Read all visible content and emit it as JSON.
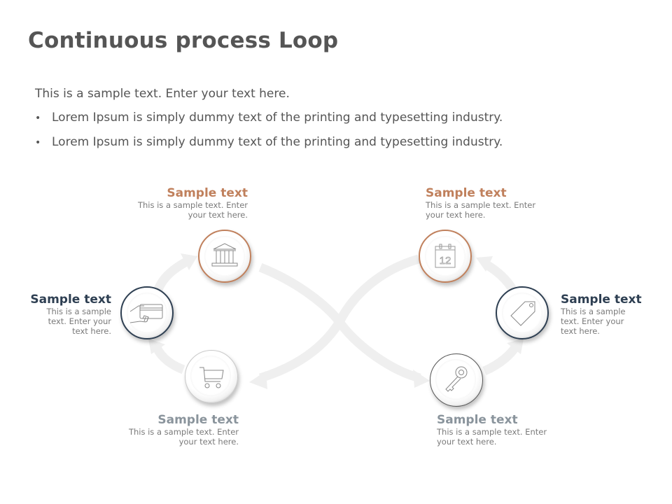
{
  "title": "Continuous process Loop",
  "intro": {
    "lead": "This is a sample text. Enter your text here.",
    "bullets": [
      "Lorem Ipsum is simply dummy text of the printing and typesetting industry.",
      "Lorem Ipsum is simply dummy text of the printing and typesetting industry."
    ]
  },
  "colors": {
    "copper": "#c0805c",
    "navy": "#2e3f52",
    "slate": "#8a949c",
    "arrow": "#eeeeee",
    "body_text": "#7a7a7a"
  },
  "nodes": [
    {
      "id": "bank",
      "icon": "bank-icon",
      "heading": "Sample text",
      "line1": "This is a sample  text. Enter",
      "line2": "your text here.",
      "accent": "copper"
    },
    {
      "id": "card",
      "icon": "credit-card-hand-icon",
      "heading": "Sample text",
      "line1": "This is a sample",
      "line2": "text. Enter your",
      "line3": "text here.",
      "accent": "navy"
    },
    {
      "id": "cart",
      "icon": "shopping-cart-icon",
      "heading": "Sample text",
      "line1": "This is a sample  text. Enter",
      "line2": "your text here.",
      "accent": "slate"
    },
    {
      "id": "calendar",
      "icon": "calendar-icon",
      "heading": "Sample text",
      "line1": "This is a sample  text. Enter",
      "line2": "your text here.",
      "accent": "copper",
      "calendar_day": "12"
    },
    {
      "id": "tag",
      "icon": "price-tag-icon",
      "heading": "Sample text",
      "line1": "This is a sample",
      "line2": "text. Enter your",
      "line3": "text here.",
      "accent": "navy"
    },
    {
      "id": "key",
      "icon": "key-icon",
      "heading": "Sample text",
      "line1": "This is a sample text. Enter",
      "line2": "your text here.",
      "accent": "slate"
    }
  ]
}
